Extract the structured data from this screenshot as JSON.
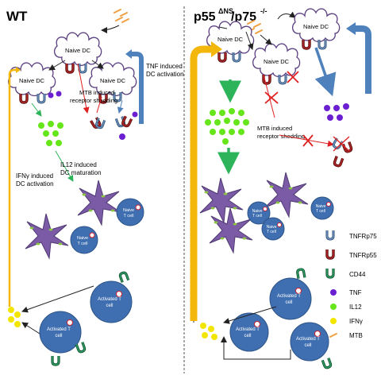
{
  "panels": {
    "left_title": "WT",
    "right_title_main": "p55",
    "right_title_sup": "ΔNS",
    "right_title_mid": "/p75",
    "right_title_sup2": "-/-"
  },
  "cells": {
    "naive_dc": "Naive DC",
    "naive_t_1": "Naive",
    "naive_t_2": "T cell",
    "activated_t_1": "Activated T",
    "activated_t_2": "cell"
  },
  "labels": {
    "mtb_shedding_1": "MTB induced",
    "mtb_shedding_2": "receptor shedding",
    "tnf_activation_1": "TNF induced",
    "tnf_activation_2": "DC activation",
    "il12_maturation_1": "IL12 induced",
    "il12_maturation_2": "DC maturation",
    "ifn_activation_1": "IFNγ induced",
    "ifn_activation_2": "DC activation"
  },
  "legend": [
    {
      "label": "TNFRp75",
      "icon": "tnfrp75-icon",
      "color": "#4a6f96"
    },
    {
      "label": "TNFRp55",
      "icon": "tnfrp55-icon",
      "color": "#8b1a1a"
    },
    {
      "label": "CD44",
      "icon": "cd44-icon",
      "color": "#1f7a4d"
    },
    {
      "label": "TNF",
      "icon": "tnf-dot-icon",
      "color": "#6a1fd1"
    },
    {
      "label": "IL12",
      "icon": "il12-dot-icon",
      "color": "#66e61a"
    },
    {
      "label": "IFNγ",
      "icon": "ifn-dot-icon",
      "color": "#f2e600"
    },
    {
      "label": "MTB",
      "icon": "mtb-icon",
      "color": "#f0a040"
    }
  ],
  "colors": {
    "dc_purple": "#7b5aa6",
    "t_cell_blue": "#3f6fb0",
    "arrow_blue": "#4f81bd",
    "arrow_gold": "#f2b70a",
    "arrow_green": "#2db35a",
    "arrow_red": "#e02020"
  }
}
